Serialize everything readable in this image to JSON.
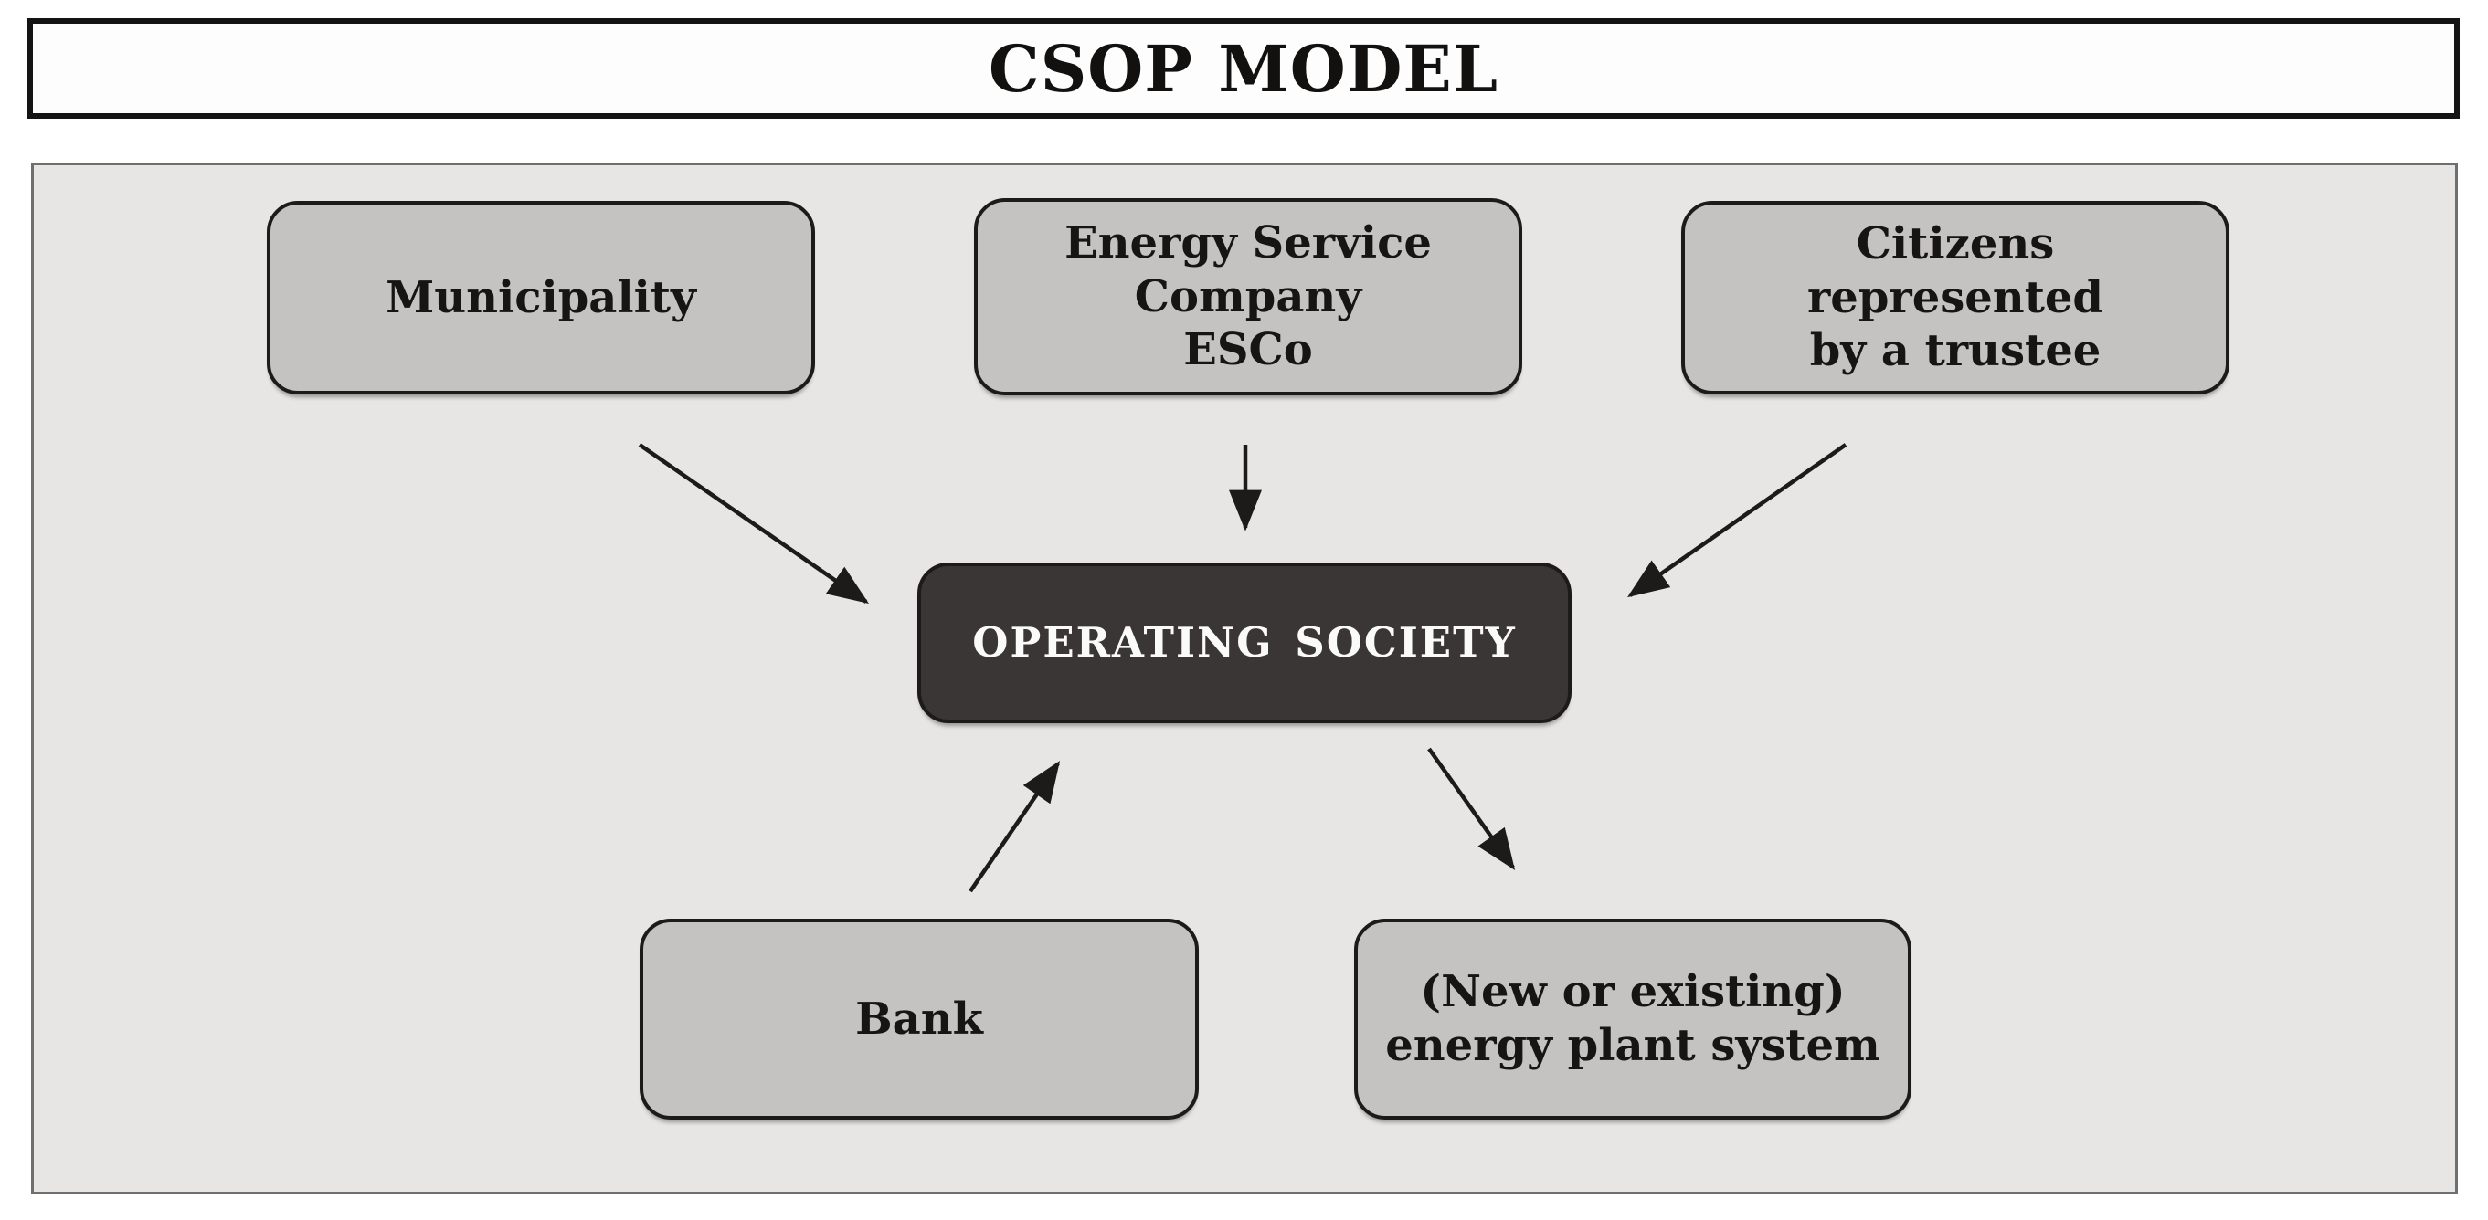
{
  "title": "CSOP MODEL",
  "nodes": {
    "municipality": {
      "label": "Municipality"
    },
    "esco": {
      "label": "Energy Service\nCompany\nESCo"
    },
    "citizens": {
      "label": "Citizens represented\nby a trustee"
    },
    "operating_society": {
      "label": "OPERATING SOCIETY"
    },
    "bank": {
      "label": "Bank"
    },
    "energy_plant": {
      "label": "(New or existing)\nenergy plant system"
    }
  },
  "edges": [
    {
      "from": "municipality",
      "to": "operating_society"
    },
    {
      "from": "esco",
      "to": "operating_society"
    },
    {
      "from": "citizens",
      "to": "operating_society"
    },
    {
      "from": "bank",
      "to": "operating_society"
    },
    {
      "from": "operating_society",
      "to": "energy_plant"
    }
  ],
  "colors": {
    "node_fill": "#c5c3c2",
    "node_border": "#1d1b1a",
    "dark_node_fill": "#3a3635",
    "dark_node_text": "#fbfafa",
    "canvas_fill": "#e8e6e5",
    "canvas_border": "#6f6f6f",
    "arrow": "#1d1b1a",
    "title_border": "#141414",
    "title_fill": "#fdfdfd",
    "label_text": "#171514"
  }
}
